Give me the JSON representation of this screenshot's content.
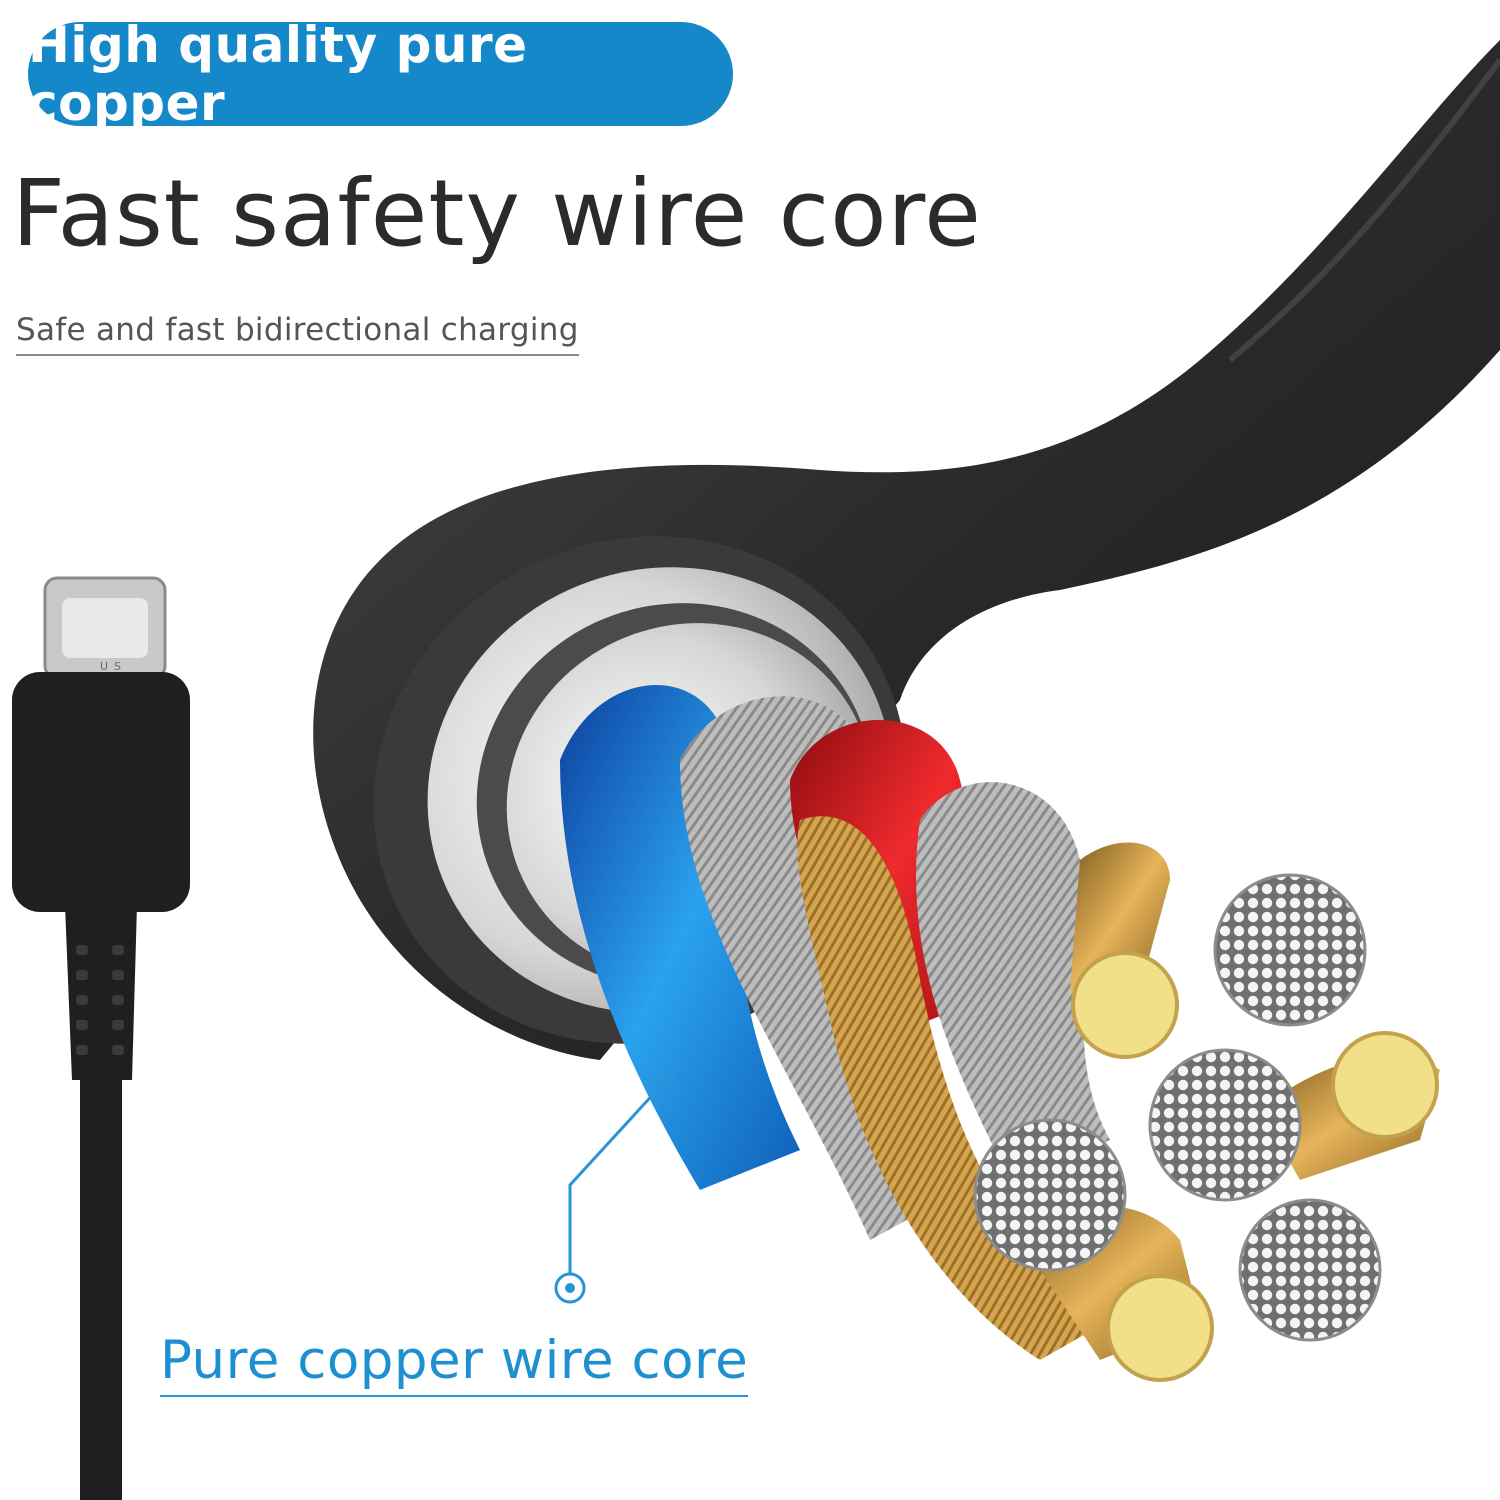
{
  "badge": {
    "label": "High quality pure copper",
    "color": "#1488c9"
  },
  "headline": "Fast safety wire core",
  "subheadline": "Safe and fast bidirectional charging",
  "callout": {
    "label": "Pure copper wire core",
    "color": "#1e8fd0"
  },
  "connector": {
    "mark": "US"
  },
  "colors": {
    "cable": "#2d2d2d",
    "copper": "#c9963a",
    "copper_end": "#f1df8a",
    "wire_blue": "#1a7fd6",
    "wire_red": "#d51f23",
    "shield": "#a9a9a9"
  }
}
